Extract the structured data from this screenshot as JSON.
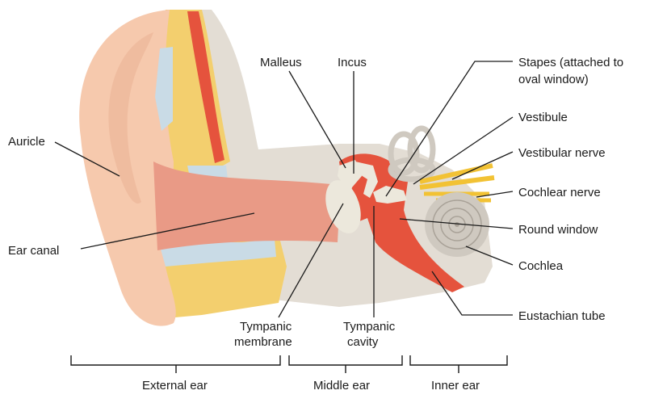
{
  "labels": {
    "malleus": "Malleus",
    "incus": "Incus",
    "stapes_line1": "Stapes (attached to",
    "stapes_line2": "oval window)",
    "auricle": "Auricle",
    "vestibule": "Vestibule",
    "vestibular_nerve": "Vestibular nerve",
    "cochlear_nerve": "Cochlear nerve",
    "round_window": "Round window",
    "ear_canal": "Ear canal",
    "cochlea": "Cochlea",
    "eustachian_tube": "Eustachian tube",
    "tympanic_membrane_line1": "Tympanic",
    "tympanic_membrane_line2": "membrane",
    "tympanic_cavity_line1": "Tympanic",
    "tympanic_cavity_line2": "cavity"
  },
  "regions": {
    "external": "External ear",
    "middle": "Middle ear",
    "inner": "Inner ear"
  },
  "colors": {
    "skin": "#f6c9ad",
    "skin_shade": "#eab094",
    "canal": "#e99a86",
    "fat": "#f3cf6e",
    "cartilage": "#c9dbe6",
    "bone": "#e3ddd4",
    "bone_dark": "#bdb6ab",
    "cavity": "#e5533d",
    "ossicle": "#ece8dc",
    "nerve": "#f2c234",
    "cochlea": "#cfc9c0"
  }
}
